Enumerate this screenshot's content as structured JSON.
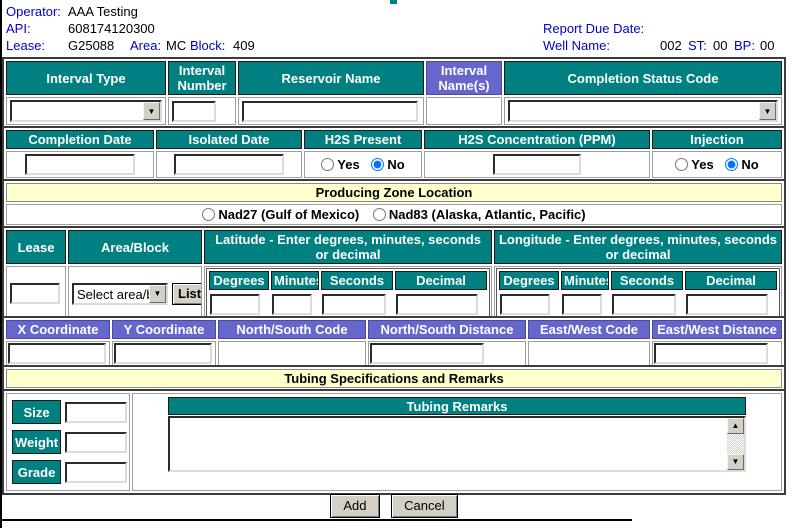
{
  "header": {
    "operator_label": "Operator:",
    "operator_value": "AAA Testing",
    "api_label": "API:",
    "api_value": "608174120300",
    "lease_label": "Lease:",
    "lease_value": "G25088",
    "area_label": "Area:",
    "area_value": "MC",
    "block_label": "Block:",
    "block_value": "409",
    "report_due_date_label": "Report Due Date:",
    "well_name_label": "Well Name:",
    "well_name_value": "002",
    "st_label": "ST:",
    "st_value": "00",
    "bp_label": "BP:",
    "bp_value": "00"
  },
  "interval_table": {
    "interval_type_header": "Interval Type",
    "interval_number_header": "Interval Number",
    "reservoir_name_header": "Reservoir Name",
    "interval_names_header": "Interval Name(s)",
    "completion_status_header": "Completion Status Code",
    "interval_type_selected": "",
    "interval_number_value": "",
    "reservoir_name_value": "",
    "completion_status_selected": ""
  },
  "completion_table": {
    "completion_date_header": "Completion Date",
    "isolated_date_header": "Isolated Date",
    "h2s_present_header": "H2S Present",
    "h2s_concentration_header": "H2S Concentration (PPM)",
    "injection_header": "Injection",
    "yes_label": "Yes",
    "no_label": "No",
    "h2s_no_checked": "checked",
    "injection_no_checked": "checked",
    "completion_date_value": "",
    "isolated_date_value": "",
    "h2s_concentration_value": ""
  },
  "producing_zone": {
    "title": "Producing Zone Location",
    "nad27_label": "Nad27 (Gulf of Mexico)",
    "nad83_label": "Nad83 (Alaska, Atlantic, Pacific)"
  },
  "location_table": {
    "lease_header": "Lease",
    "area_block_header": "Area/Block",
    "latitude_header": "Latitude - Enter degrees, minutes, seconds or decimal",
    "longitude_header": "Longitude - Enter degrees, minutes, seconds or decimal",
    "degrees_header": "Degrees",
    "minutes_header": "Minutes",
    "seconds_header": "Seconds",
    "decimal_header": "Decimal",
    "area_block_selected": "Select area/block",
    "list_button_label": "List",
    "lease_value": ""
  },
  "coordinate_table": {
    "x_coordinate_header": "X Coordinate",
    "y_coordinate_header": "Y Coordinate",
    "north_south_code_header": "North/South Code",
    "north_south_distance_header": "North/South Distance",
    "east_west_code_header": "East/West Code",
    "east_west_distance_header": "East/West Distance"
  },
  "tubing_section": {
    "title": "Tubing Specifications and Remarks",
    "size_label": "Size",
    "weight_label": "Weight",
    "grade_label": "Grade",
    "remarks_header": "Tubing Remarks",
    "remarks_value": ""
  },
  "actions": {
    "add_label": "Add",
    "cancel_label": "Cancel"
  },
  "icons": {
    "dropdown_arrow": "▼",
    "scroll_up": "▲",
    "scroll_down": "▼"
  },
  "colors": {
    "header_teal": "#008080",
    "header_purple": "#6666CC",
    "section_yellow": "#FFFFCC",
    "label_blue": "#0000CC"
  }
}
